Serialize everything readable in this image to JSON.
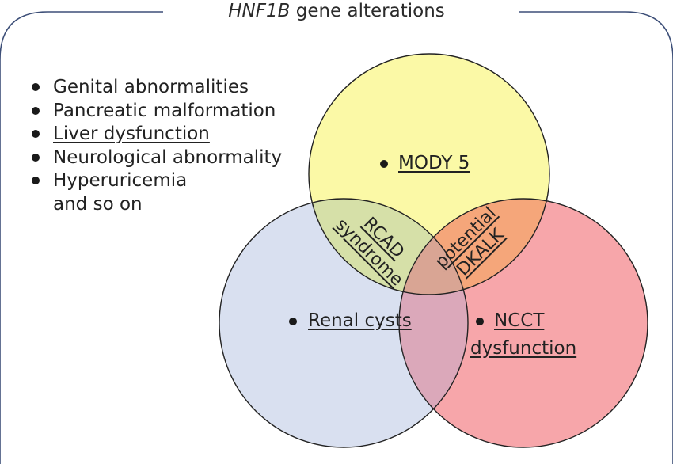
{
  "title": {
    "italic_part": "HNF1B",
    "rest": " gene alterations"
  },
  "features": [
    {
      "text": "Genital abnormalities",
      "underlined": false
    },
    {
      "text": "Pancreatic malformation",
      "underlined": false
    },
    {
      "text": "Liver dysfunction",
      "underlined": true
    },
    {
      "text": "Neurological abnormality",
      "underlined": false
    },
    {
      "text": "Hyperuricemia",
      "underlined": false
    }
  ],
  "features_extra": "and so on",
  "circles": {
    "top": {
      "label": "MODY 5",
      "color": "#fbf9a6"
    },
    "left": {
      "label": "Renal cysts",
      "color": "#d9e0f0"
    },
    "right": {
      "label_line1": "NCCT",
      "label_line2": "dysfunction",
      "color": "#f7a6aa"
    }
  },
  "overlaps": {
    "top_left": {
      "line1": "RCAD",
      "line2": "syndrome",
      "color": "#d6e0a8"
    },
    "top_right": {
      "line1": "potential",
      "line2": "DKALK",
      "color": "#f5a67a"
    },
    "left_right": {
      "color": "#dba8ba"
    },
    "center": {
      "color": "#d9a594"
    }
  },
  "colors": {
    "frame": "#3d4f78",
    "circle_stroke": "#222222"
  }
}
